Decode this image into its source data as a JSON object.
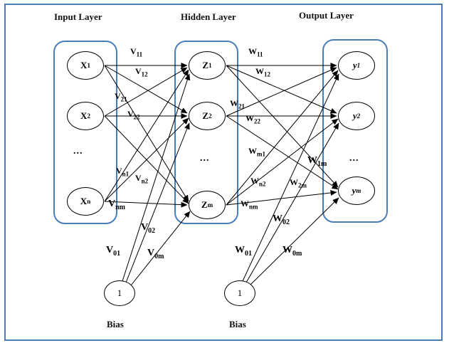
{
  "headers": {
    "input": "Input Layer",
    "hidden": "Hidden Layer",
    "output": "Output Layer"
  },
  "nodes": {
    "input": [
      {
        "main": "X",
        "sub": "1"
      },
      {
        "main": "X",
        "sub": "2"
      },
      {
        "main": "X",
        "sub": "n"
      }
    ],
    "hidden": [
      {
        "main": "Z",
        "sub": "1"
      },
      {
        "main": "Z",
        "sub": "2"
      },
      {
        "main": "Z",
        "sub": "m"
      }
    ],
    "output": [
      {
        "main": "y",
        "sub": "1"
      },
      {
        "main": "y",
        "sub": "2"
      },
      {
        "main": "y",
        "sub": "m"
      }
    ],
    "input_ellipsis": "...",
    "hidden_ellipsis": "...",
    "output_ellipsis": "...",
    "bias_value": "1",
    "bias_label": "Bias"
  },
  "edge_labels": {
    "v11": {
      "main": "V",
      "sub": "11"
    },
    "v12": {
      "main": "V",
      "sub": "12"
    },
    "v21": {
      "main": "V",
      "sub": "21"
    },
    "v22": {
      "main": "V",
      "sub": "22"
    },
    "vn1": {
      "main": "V",
      "sub": "n1"
    },
    "vn2": {
      "main": "V",
      "sub": "n2"
    },
    "vnm": {
      "main": "V",
      "sub": "nm"
    },
    "v01": {
      "main": "V",
      "sub": "01"
    },
    "v02": {
      "main": "V",
      "sub": "02"
    },
    "v0m": {
      "main": "V",
      "sub": "0m"
    },
    "w11": {
      "main": "W",
      "sub": "11"
    },
    "w12": {
      "main": "W",
      "sub": "12"
    },
    "w21": {
      "main": "W",
      "sub": "21"
    },
    "w22": {
      "main": "W",
      "sub": "22"
    },
    "wm1": {
      "main": "W",
      "sub": "m1"
    },
    "wn2": {
      "main": "W",
      "sub": "n2"
    },
    "wnm": {
      "main": "W",
      "sub": "nm"
    },
    "w1m": {
      "main": "W",
      "sub": "1m"
    },
    "w2m": {
      "main": "W",
      "sub": "2m"
    },
    "w01": {
      "main": "W",
      "sub": "01"
    },
    "w02": {
      "main": "W",
      "sub": "02"
    },
    "w0m": {
      "main": "W",
      "sub": "0m"
    }
  },
  "colors": {
    "frame_blue": "#4a7ebb",
    "line_black": "#000000",
    "node_fill": "#ffffff"
  }
}
